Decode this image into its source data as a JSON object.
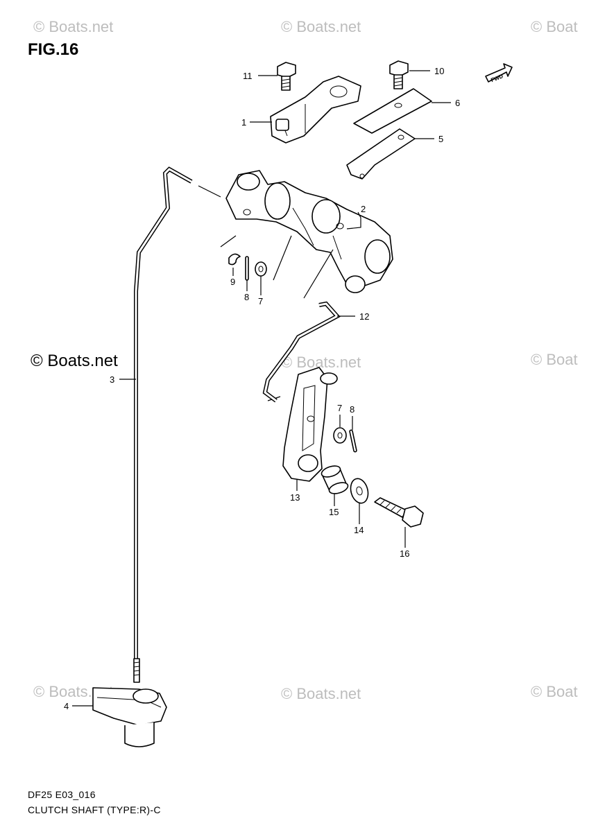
{
  "figure": {
    "title": "FIG.16",
    "code": "DF25 E03_016",
    "caption": "CLUTCH SHAFT (TYPE:R)-C"
  },
  "watermarks": {
    "text": "© Boats.net",
    "partial": "© Boat"
  },
  "fwd_label": "FWD",
  "callouts": {
    "c1": "1",
    "c2": "2",
    "c3": "3",
    "c4": "4",
    "c5": "5",
    "c6": "6",
    "c7a": "7",
    "c7b": "7",
    "c8a": "8",
    "c8b": "8",
    "c9": "9",
    "c10": "10",
    "c11": "11",
    "c12": "12",
    "c13": "13",
    "c14": "14",
    "c15": "15",
    "c16": "16"
  },
  "colors": {
    "line": "#000000",
    "watermark": "#bdbdbd",
    "background": "#ffffff"
  }
}
